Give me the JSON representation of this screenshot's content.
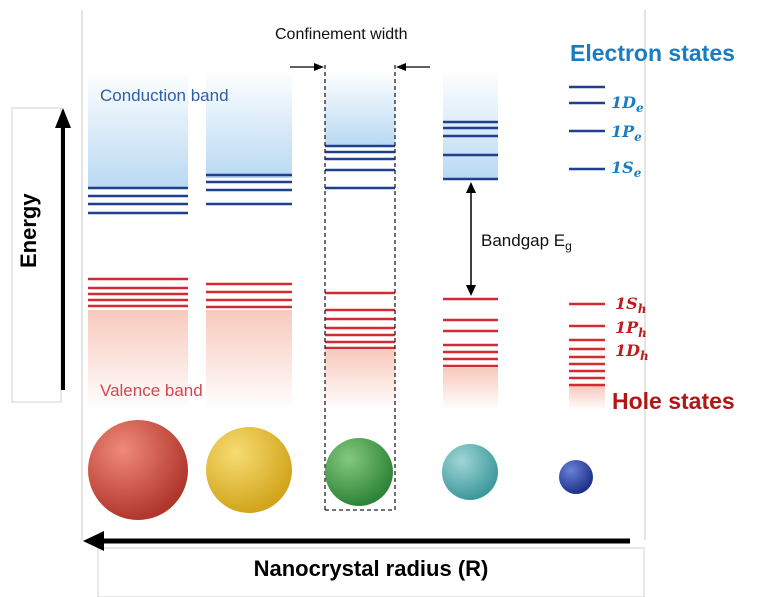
{
  "axes": {
    "y_label": "Energy",
    "x_label": "Nanocrystal radius (R)"
  },
  "bands": {
    "conduction": "Conduction band",
    "valence": "Valence band"
  },
  "annotations": {
    "confinement_width": "Confinement width",
    "bandgap_text": "Bandgap E",
    "bandgap_subscript": "g"
  },
  "legend": {
    "electron_title": "Electron states",
    "hole_title": "Hole states",
    "electron_levels": [
      {
        "n": "1",
        "l": "D",
        "sub": "e"
      },
      {
        "n": "1",
        "l": "P",
        "sub": "e"
      },
      {
        "n": "1",
        "l": "S",
        "sub": "e"
      }
    ],
    "hole_levels": [
      {
        "n": "1",
        "l": "S",
        "sub": "h"
      },
      {
        "n": "1",
        "l": "P",
        "sub": "h"
      },
      {
        "n": "1",
        "l": "D",
        "sub": "h"
      }
    ]
  },
  "colors": {
    "electron": "#1a7cc1",
    "hole": "#b01818",
    "conduction_line": "#1f3f8f",
    "valence_line": "#d42a33",
    "sphere_colors": [
      "#c8463a",
      "#e3bb2f",
      "#3f9a43",
      "#56aeb0",
      "#2e45a0"
    ]
  }
}
